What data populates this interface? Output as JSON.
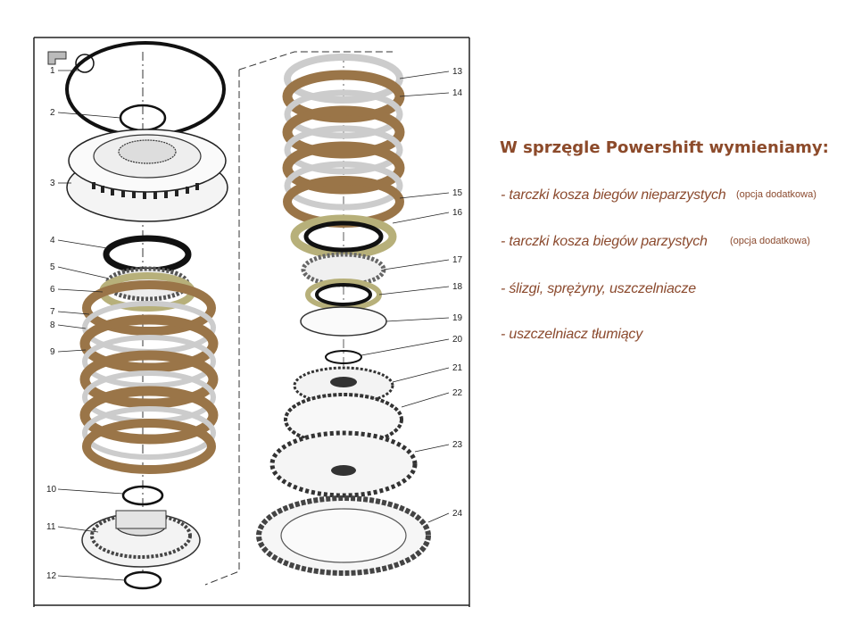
{
  "diagram": {
    "part_numbers_left": [
      "1",
      "2",
      "3",
      "4",
      "5",
      "6",
      "7",
      "8",
      "9",
      "10",
      "11",
      "12"
    ],
    "part_numbers_right": [
      "13",
      "14",
      "15",
      "16",
      "17",
      "18",
      "19",
      "20",
      "21",
      "22",
      "23",
      "24"
    ]
  },
  "panel": {
    "heading": "W sprzęgle Powershift wymieniamy:",
    "items": [
      {
        "text": "- tarczki kosza biegów nieparzystych",
        "note": "(opcja dodatkowa)"
      },
      {
        "text": "- tarczki kosza biegów parzystych",
        "note": "(opcja dodatkowa)"
      },
      {
        "text": "- ślizgi, sprężyny, uszczelniacze",
        "note": ""
      },
      {
        "text": "- uszczelniacz tłumiący",
        "note": ""
      }
    ]
  },
  "colors": {
    "heading": "#8c4a2a",
    "item_text": "#8b4a2e",
    "friction_brown": "#9a7548",
    "seal_green": "#b7b07a",
    "line": "#222222"
  }
}
